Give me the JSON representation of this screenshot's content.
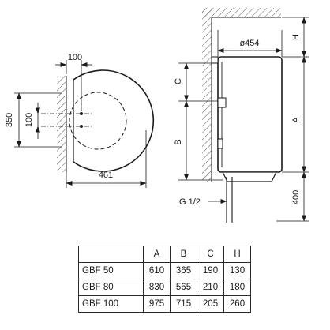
{
  "top_view": {
    "width_label": "461",
    "offset_label": "100",
    "bracket_height_label": "350",
    "bracket_spacing_label": "100"
  },
  "side_view": {
    "diameter_label": "ø454",
    "dimension_H": "H",
    "dimension_C": "C",
    "dimension_B": "B",
    "dimension_A": "A",
    "clearance_label": "400",
    "pipe_label": "G 1/2"
  },
  "table": {
    "columns": [
      "A",
      "B",
      "C",
      "H"
    ],
    "rows": [
      {
        "model": "GBF 50",
        "values": [
          "610",
          "365",
          "190",
          "130"
        ]
      },
      {
        "model": "GBF 80",
        "values": [
          "830",
          "565",
          "210",
          "180"
        ]
      },
      {
        "model": "GBF 100",
        "values": [
          "975",
          "715",
          "205",
          "260"
        ]
      }
    ]
  }
}
